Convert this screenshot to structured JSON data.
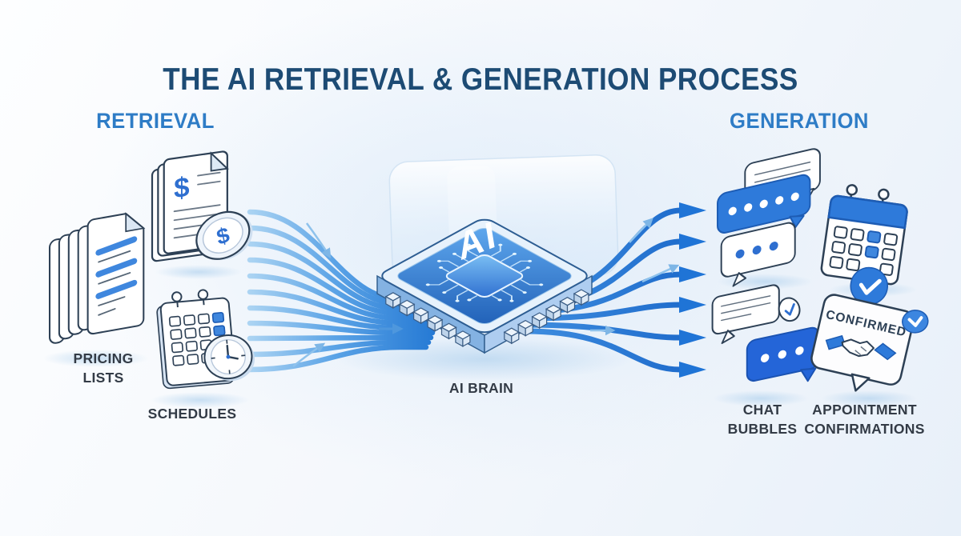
{
  "title": "THE AI RETRIEVAL & GENERATION PROCESS",
  "sections": {
    "retrieval": "RETRIEVAL",
    "generation": "GENERATION"
  },
  "nodes": {
    "pricing_lists": {
      "label": "PRICING LISTS",
      "icon": "document-stack-icon"
    },
    "price_document": {
      "icon": "dollar-document-icon",
      "symbol": "$"
    },
    "schedules": {
      "label": "SCHEDULES",
      "icon": "calendar-clock-icon"
    },
    "ai_brain": {
      "label": "AI BRAIN",
      "chip_label": "AI",
      "icon": "ai-chip-icon"
    },
    "chat_bubbles": {
      "label": "CHAT BUBBLES",
      "icon": "chat-bubbles-icon"
    },
    "appointment_calendar": {
      "icon": "calendar-check-icon"
    },
    "chat_confirmation": {
      "icon": "chat-check-icon"
    },
    "appointment_confirmations": {
      "label": "APPOINTMENT CONFIRMATIONS",
      "badge": "CONFIRMED",
      "icon": "confirmed-badge-icon"
    }
  },
  "colors": {
    "background_start": "#fdfeff",
    "background_end": "#e8f0f9",
    "title": "#1d4b74",
    "section_heading": "#2e7cc6",
    "node_label": "#333b46",
    "accent_blue": "#2f7bdb",
    "deep_blue": "#1f6fce",
    "outline_navy": "#2d4055",
    "flow_line_light": "#a9d3f2",
    "flow_line_dark": "#1e74d2"
  }
}
